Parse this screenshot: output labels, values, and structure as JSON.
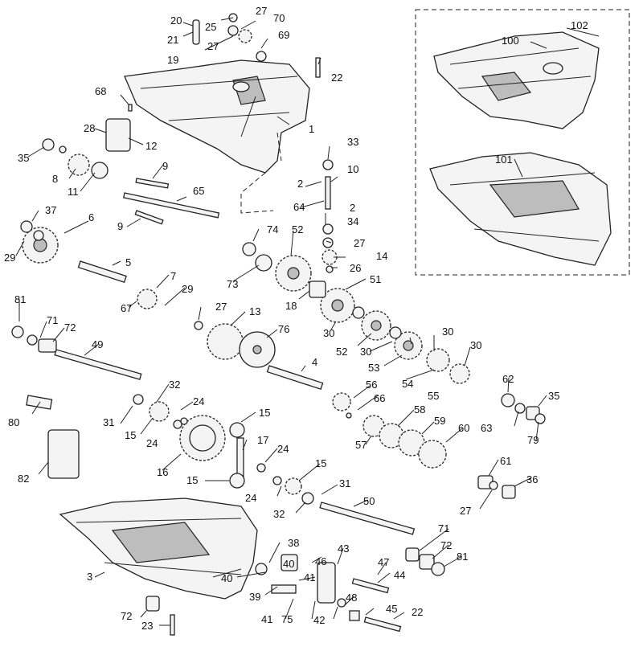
{
  "labels": [
    {
      "id": "p20",
      "text": "20"
    },
    {
      "id": "p25",
      "text": "25"
    },
    {
      "id": "p27a",
      "text": "27"
    },
    {
      "id": "p70",
      "text": "70"
    },
    {
      "id": "p21",
      "text": "21"
    },
    {
      "id": "p27b",
      "text": "27"
    },
    {
      "id": "p69",
      "text": "69"
    },
    {
      "id": "p19",
      "text": "19"
    },
    {
      "id": "p22a",
      "text": "22"
    },
    {
      "id": "p68",
      "text": "68"
    },
    {
      "id": "p1",
      "text": "1"
    },
    {
      "id": "p28",
      "text": "28"
    },
    {
      "id": "p12",
      "text": "12"
    },
    {
      "id": "p35a",
      "text": "35"
    },
    {
      "id": "p8",
      "text": "8"
    },
    {
      "id": "p11",
      "text": "11"
    },
    {
      "id": "p9a",
      "text": "9"
    },
    {
      "id": "p65",
      "text": "65"
    },
    {
      "id": "p9b",
      "text": "9"
    },
    {
      "id": "p33",
      "text": "33"
    },
    {
      "id": "p2a",
      "text": "2"
    },
    {
      "id": "p10",
      "text": "10"
    },
    {
      "id": "p64",
      "text": "64"
    },
    {
      "id": "p2b",
      "text": "2"
    },
    {
      "id": "p34",
      "text": "34"
    },
    {
      "id": "p27c",
      "text": "27"
    },
    {
      "id": "p14",
      "text": "14"
    },
    {
      "id": "p26",
      "text": "26"
    },
    {
      "id": "p37",
      "text": "37"
    },
    {
      "id": "p6",
      "text": "6"
    },
    {
      "id": "p29a",
      "text": "29"
    },
    {
      "id": "p5",
      "text": "5"
    },
    {
      "id": "p74",
      "text": "74"
    },
    {
      "id": "p52a",
      "text": "52"
    },
    {
      "id": "p73",
      "text": "73"
    },
    {
      "id": "p18",
      "text": "18"
    },
    {
      "id": "p51",
      "text": "51"
    },
    {
      "id": "p7",
      "text": "7"
    },
    {
      "id": "p29b",
      "text": "29"
    },
    {
      "id": "p67",
      "text": "67"
    },
    {
      "id": "p81a",
      "text": "81"
    },
    {
      "id": "p71a",
      "text": "71"
    },
    {
      "id": "p72a",
      "text": "72"
    },
    {
      "id": "p27d",
      "text": "27"
    },
    {
      "id": "p13",
      "text": "13"
    },
    {
      "id": "p76",
      "text": "76"
    },
    {
      "id": "p30a",
      "text": "30"
    },
    {
      "id": "p52b",
      "text": "52"
    },
    {
      "id": "p30b",
      "text": "30"
    },
    {
      "id": "p30c",
      "text": "30"
    },
    {
      "id": "p53",
      "text": "53"
    },
    {
      "id": "p30d",
      "text": "30"
    },
    {
      "id": "p49",
      "text": "49"
    },
    {
      "id": "p4",
      "text": "4"
    },
    {
      "id": "p54",
      "text": "54"
    },
    {
      "id": "p55",
      "text": "55"
    },
    {
      "id": "p32a",
      "text": "32"
    },
    {
      "id": "p24a",
      "text": "24"
    },
    {
      "id": "p56",
      "text": "56"
    },
    {
      "id": "p66",
      "text": "66"
    },
    {
      "id": "p62",
      "text": "62"
    },
    {
      "id": "p35b",
      "text": "35"
    },
    {
      "id": "p80",
      "text": "80"
    },
    {
      "id": "p31a",
      "text": "31"
    },
    {
      "id": "p15a",
      "text": "15"
    },
    {
      "id": "p24b",
      "text": "24"
    },
    {
      "id": "p15b",
      "text": "15"
    },
    {
      "id": "p58",
      "text": "58"
    },
    {
      "id": "p63",
      "text": "63"
    },
    {
      "id": "p79",
      "text": "79"
    },
    {
      "id": "p59",
      "text": "59"
    },
    {
      "id": "p17",
      "text": "17"
    },
    {
      "id": "p57",
      "text": "57"
    },
    {
      "id": "p60",
      "text": "60"
    },
    {
      "id": "p24c",
      "text": "24"
    },
    {
      "id": "p16",
      "text": "16"
    },
    {
      "id": "p82",
      "text": "82"
    },
    {
      "id": "p15c",
      "text": "15"
    },
    {
      "id": "p15d",
      "text": "15"
    },
    {
      "id": "p61",
      "text": "61"
    },
    {
      "id": "p24d",
      "text": "24"
    },
    {
      "id": "p31b",
      "text": "31"
    },
    {
      "id": "p36",
      "text": "36"
    },
    {
      "id": "p27e",
      "text": "27"
    },
    {
      "id": "p32b",
      "text": "32"
    },
    {
      "id": "p50",
      "text": "50"
    },
    {
      "id": "p43",
      "text": "43"
    },
    {
      "id": "p38",
      "text": "38"
    },
    {
      "id": "p71b",
      "text": "71"
    },
    {
      "id": "p46",
      "text": "46"
    },
    {
      "id": "p72b",
      "text": "72"
    },
    {
      "id": "p40a",
      "text": "40"
    },
    {
      "id": "p81b",
      "text": "81"
    },
    {
      "id": "p47",
      "text": "47"
    },
    {
      "id": "p3",
      "text": "3"
    },
    {
      "id": "p41a",
      "text": "41"
    },
    {
      "id": "p44",
      "text": "44"
    },
    {
      "id": "p40b",
      "text": "40"
    },
    {
      "id": "p39",
      "text": "39"
    },
    {
      "id": "p48",
      "text": "48"
    },
    {
      "id": "p41b",
      "text": "41"
    },
    {
      "id": "p75",
      "text": "75"
    },
    {
      "id": "p42",
      "text": "42"
    },
    {
      "id": "p45",
      "text": "45"
    },
    {
      "id": "p22b",
      "text": "22"
    },
    {
      "id": "p72c",
      "text": "72"
    },
    {
      "id": "p23",
      "text": "23"
    },
    {
      "id": "p100",
      "text": "100"
    },
    {
      "id": "p102",
      "text": "102"
    },
    {
      "id": "p101",
      "text": "101"
    }
  ]
}
